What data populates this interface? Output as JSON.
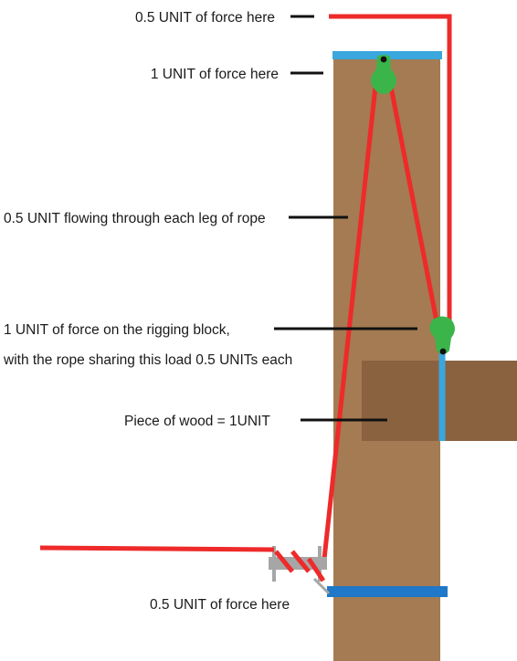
{
  "labels": {
    "top_force": "0.5 UNIT of force here",
    "top_block_force": "1 UNIT of force here",
    "rope_legs": "0.5 UNIT flowing through each leg of rope",
    "rigging_block_line1": "1 UNIT of force on the rigging block,",
    "rigging_block_line2": "with the rope sharing this load 0.5 UNITs each",
    "wood_piece": "Piece of wood = 1UNIT",
    "bottom_force": "0.5 UNIT of force here"
  },
  "colors": {
    "trunk": "#a47b52",
    "wood_piece": "#8b6240",
    "rope": "#ee2a2a",
    "sling": "#3aa7dd",
    "bottom_sling": "#1f78c8",
    "pulley": "#3bb54a",
    "bollard": "#a6a6a6",
    "leader_line": "#111111"
  }
}
